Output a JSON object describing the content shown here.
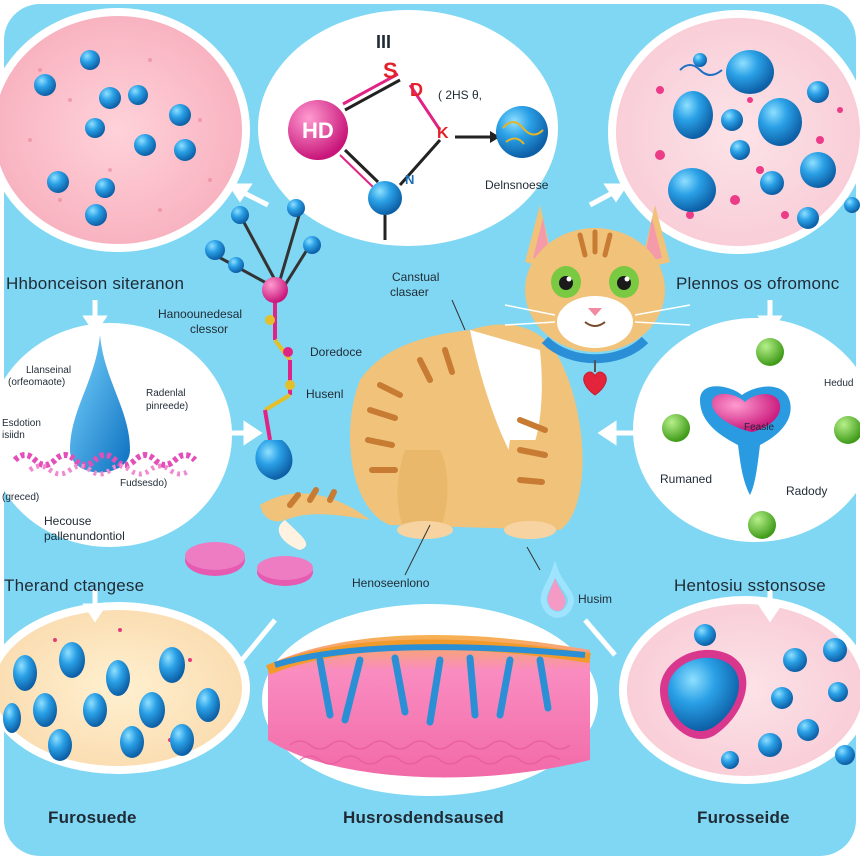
{
  "labels": {
    "top_left_title": "Hhbonceison siteranon",
    "top_right_title": "Plennos os ofromonc",
    "middle_left_title": "Therand ctangese",
    "middle_right_title": "Hentosiu sstonsose",
    "bottom_left_title": "Furosuede",
    "bottom_center_title": "Husrosdendsaused",
    "bottom_right_title": "Furosseide",
    "molecule_s": "S",
    "molecule_d": "D",
    "molecule_k": "K",
    "molecule_n": "N",
    "molecule_iii": "III",
    "molecule_hd": "HD",
    "molecule_formula": "( 2HS  θ,",
    "molecule_caption": "Delnsnoese",
    "chain_label_1": "Hanoounedesal",
    "chain_label_2": "clessor",
    "chain_label_3": "Doredoce",
    "chain_label_4": "Husenl",
    "cat_label_1": "Canstual",
    "cat_label_2": "clasaer",
    "cat_label_3": "Henoseenlono",
    "drop_label": "Husim",
    "left_mid_1": "Llanseinal",
    "left_mid_2": "(orfeomaote)",
    "left_mid_3": "Radenlal",
    "left_mid_4": "pinreede)",
    "left_mid_5": "Esdotion",
    "left_mid_6": "isiidn",
    "left_mid_7": "Fudsesdo)",
    "left_mid_8": "(greced)",
    "left_mid_9": "Hecouse",
    "left_mid_10": "pallenundontiol",
    "right_mid_1": "Hedud",
    "right_mid_2": "Feasle",
    "right_mid_3": "Rumaned",
    "right_mid_4": "Radody"
  },
  "colors": {
    "background": "#7fd8f2",
    "panel": "#ffffff",
    "sphere": "#1f8fd6",
    "magenta": "#e02485",
    "green": "#5cb52c",
    "cat_fur": "#f0c27a",
    "stripe": "#c77b33",
    "tissue_pink": "#f6a5c3"
  }
}
